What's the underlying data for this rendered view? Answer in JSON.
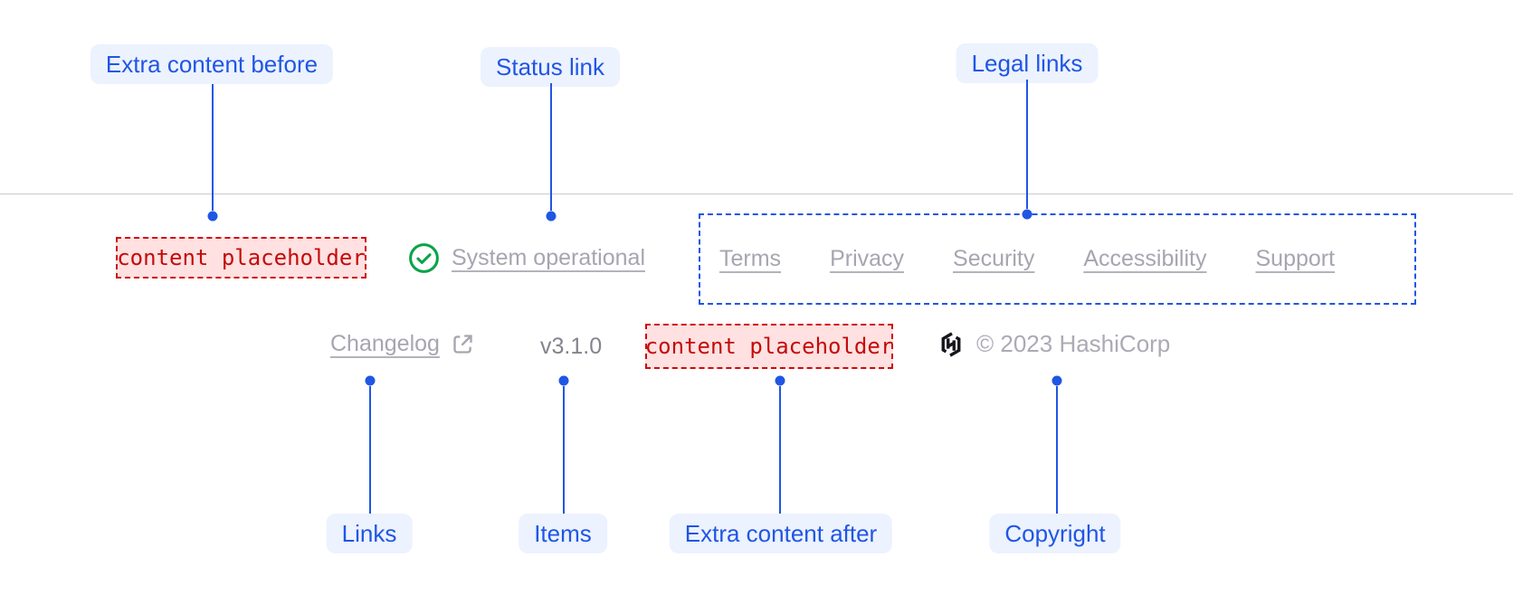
{
  "annotations": {
    "extra_content_before": "Extra content before",
    "status_link": "Status link",
    "legal_links": "Legal links",
    "links": "Links",
    "items": "Items",
    "extra_content_after": "Extra content after",
    "copyright": "Copyright"
  },
  "footer": {
    "extra_content_before": "content placeholder",
    "status": {
      "label": "System operational",
      "icon": "check-circle-icon"
    },
    "legal_links": [
      "Terms",
      "Privacy",
      "Security",
      "Accessibility",
      "Support"
    ],
    "links": [
      {
        "label": "Changelog",
        "icon": "external-link-icon"
      }
    ],
    "version": "v3.1.0",
    "extra_content_after": "content placeholder",
    "copyright": {
      "text": "© 2023 HashiCorp",
      "logo": "hashicorp-logo-icon"
    }
  },
  "colors": {
    "annotation_blue": "#2056e4",
    "annotation_label_bg": "#ecf2fe",
    "placeholder_text_red": "#c40b0b",
    "placeholder_bg": "#ffe1e1",
    "placeholder_border_red": "#cf0a0a",
    "success_green": "#0aa34a",
    "muted_text": "#a7a5b0",
    "version_text": "#85838d",
    "copyright_text": "#acaab5",
    "logo_dark": "#15151c",
    "divider": "#c8cacf"
  }
}
